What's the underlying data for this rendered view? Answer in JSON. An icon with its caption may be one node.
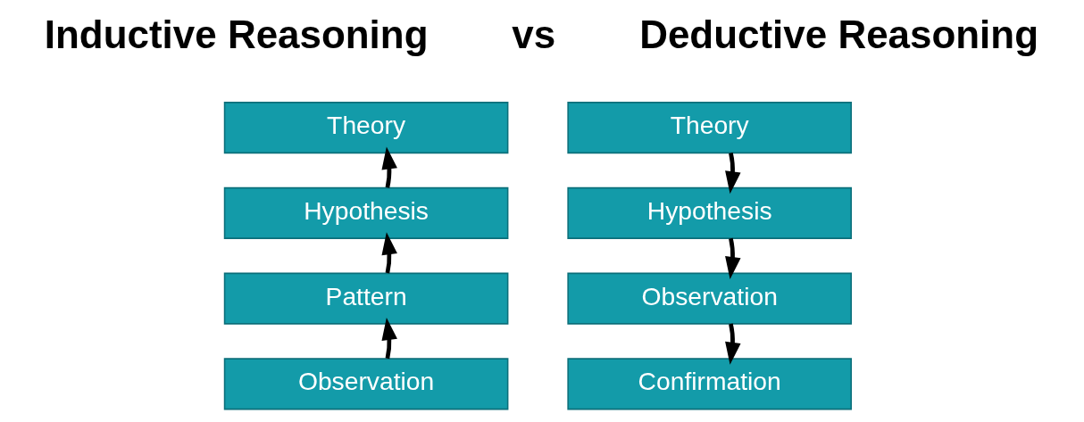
{
  "diagram": {
    "nodes": [
      {
        "text": [
          "Theory"
        ]
      },
      {
        "text": [
          "Hypothesis"
        ]
      },
      {
        "text": [
          "Pattern"
        ]
      },
      {
        "text": [
          "Observation"
        ]
      },
      {
        "text": [
          "Theory"
        ]
      },
      {
        "text": [
          "Hypothesis"
        ]
      },
      {
        "text": [
          "Observation"
        ]
      },
      {
        "text": [
          "Confirmation"
        ]
      }
    ],
    "edges": [
      {
        "from": 3,
        "to": 2,
        "arrow": "to"
      },
      {
        "from": 2,
        "to": 1,
        "arrow": "to"
      },
      {
        "from": 1,
        "to": 0,
        "arrow": "to"
      },
      {
        "from": 4,
        "to": 5,
        "arrow": "to"
      },
      {
        "from": 5,
        "to": 6,
        "arrow": "to"
      },
      {
        "from": 6,
        "to": 7,
        "arrow": "to"
      }
    ],
    "labels": [
      "Inductive Reasoning",
      "vs",
      "Deductive Reasoning"
    ]
  }
}
